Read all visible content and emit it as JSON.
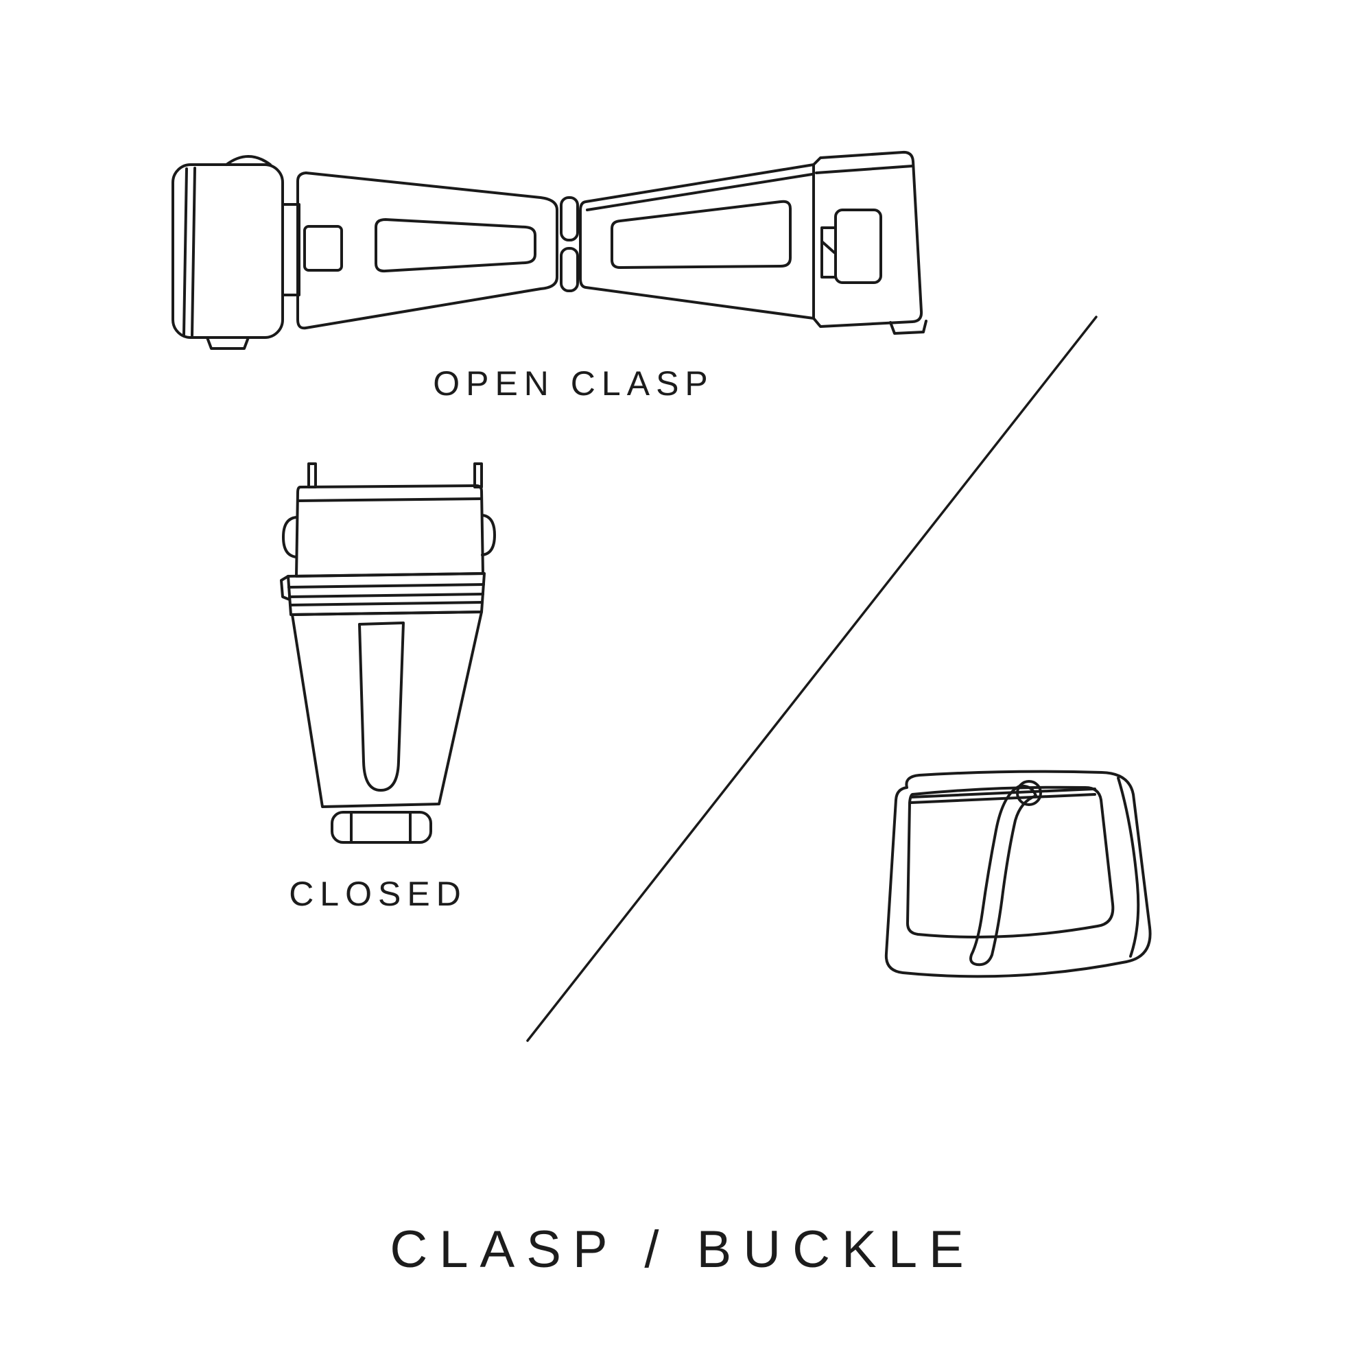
{
  "title": "CLASP / BUCKLE",
  "labels": {
    "open_clasp": "OPEN CLASP",
    "closed": "CLOSED"
  },
  "figures": {
    "open_clasp_illustration": "watch deployant clasp drawn open, top view, line art",
    "closed_clasp_illustration": "watch clasp drawn closed, top view, line art",
    "buckle_illustration": "watch tang buckle with prong, perspective view, line art",
    "divider": "thin diagonal separator line between clasp figures and buckle figure"
  },
  "colors": {
    "background": "#ffffff",
    "line": "#1a1a1a",
    "text": "#1c1c1c"
  }
}
